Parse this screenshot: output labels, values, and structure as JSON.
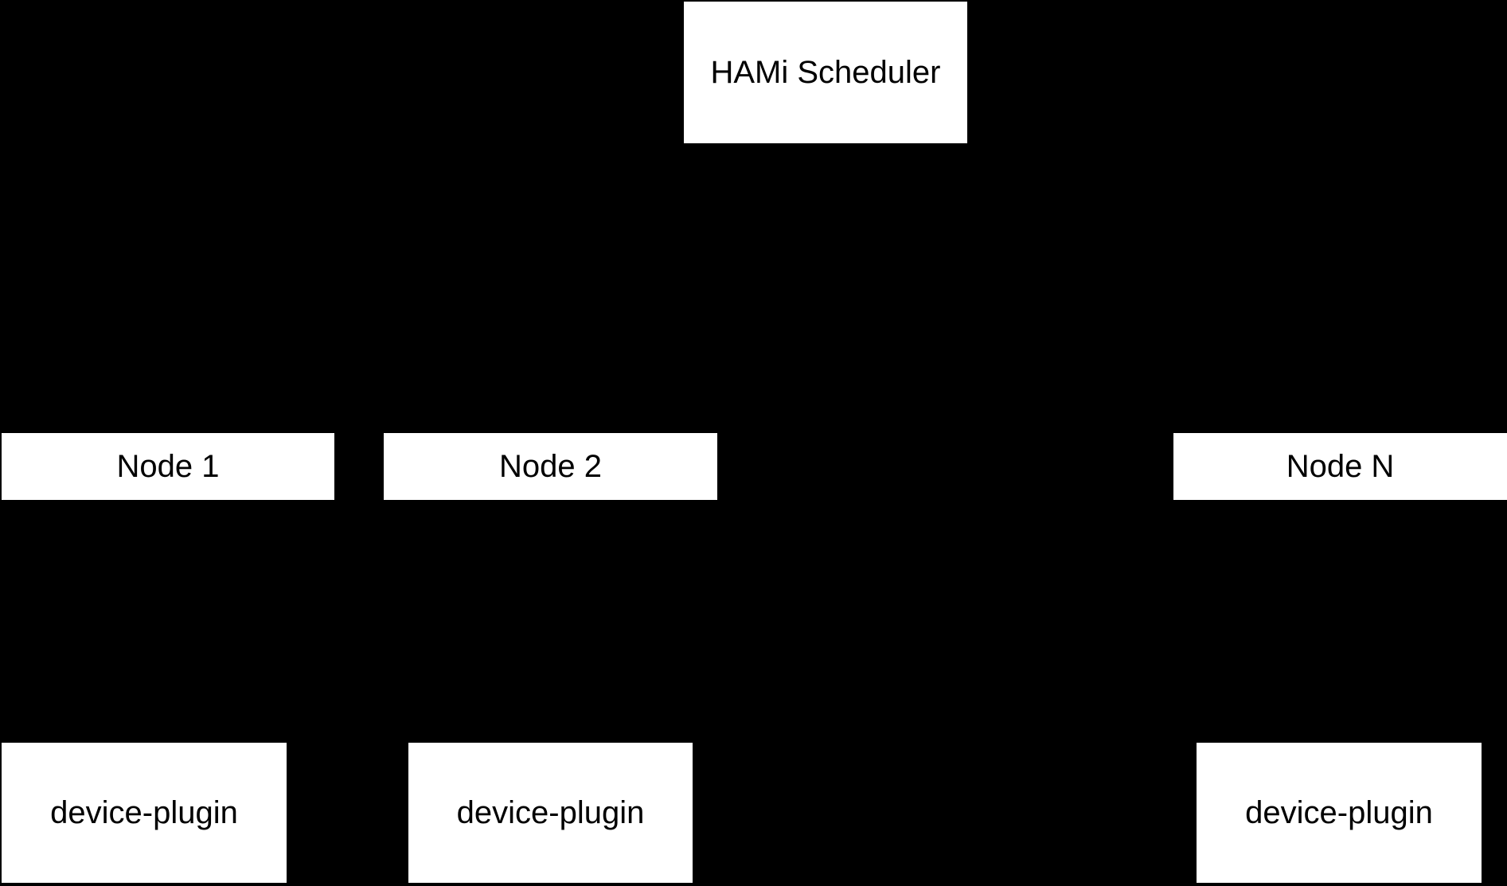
{
  "diagram": {
    "title_box": {
      "label": "HAMi Scheduler"
    },
    "nodes": [
      {
        "label": "Node 1"
      },
      {
        "label": "Node 2"
      },
      {
        "label": "Node N"
      }
    ],
    "device_plugins": [
      {
        "label": "device-plugin"
      },
      {
        "label": "device-plugin"
      },
      {
        "label": "device-plugin"
      }
    ]
  },
  "colors": {
    "background": "#000000",
    "box_fill": "#ffffff",
    "box_text": "#000000"
  }
}
